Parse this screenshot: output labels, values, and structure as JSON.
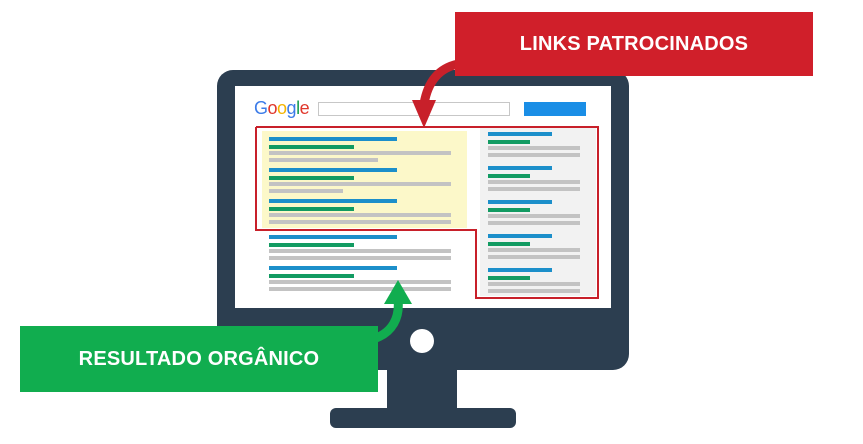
{
  "labels": {
    "sponsored": "LINKS PATROCINADOS",
    "organic": "RESULTADO ORGÂNICO"
  },
  "logo": "Google",
  "colors": {
    "monitor": "#2c3e50",
    "sponsored_label": "#d01f2a",
    "organic_label": "#11ad4f",
    "sponsored_highlight": "#fcf8c9",
    "search_button": "#1a8ee6",
    "result_title": "#1c8fca",
    "result_url": "#129b62",
    "result_text": "#c3c3c3"
  },
  "icons": {
    "sponsored_arrow": "red-curved-arrow-icon",
    "organic_arrow": "green-curved-arrow-icon"
  }
}
